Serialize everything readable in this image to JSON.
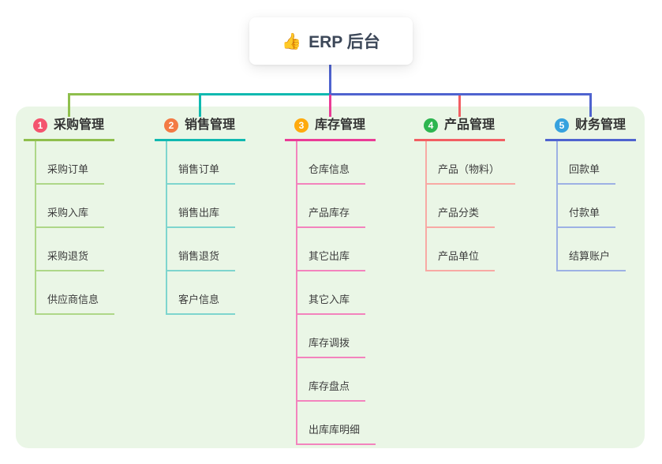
{
  "root": {
    "icon": "👍",
    "title": "ERP 后台"
  },
  "branches": [
    {
      "number": "1",
      "label": "采购管理",
      "badge_color": "#f4546e",
      "line_color": "#8fbf4d",
      "light_line_color": "#aed788",
      "children": [
        "采购订单",
        "采购入库",
        "采购退货",
        "供应商信息"
      ]
    },
    {
      "number": "2",
      "label": "销售管理",
      "badge_color": "#f37a44",
      "line_color": "#10b9b0",
      "light_line_color": "#7ed5ce",
      "children": [
        "销售订单",
        "销售出库",
        "销售退货",
        "客户信息"
      ]
    },
    {
      "number": "3",
      "label": "库存管理",
      "badge_color": "#feaa0d",
      "line_color": "#ea3c96",
      "light_line_color": "#f383bd",
      "children": [
        "仓库信息",
        "产品库存",
        "其它出库",
        "其它入库",
        "库存调拨",
        "库存盘点",
        "出库库明细"
      ]
    },
    {
      "number": "4",
      "label": "产品管理",
      "badge_color": "#2eb550",
      "line_color": "#f25f63",
      "light_line_color": "#f8a9a4",
      "children": [
        "产品（物料）",
        "产品分类",
        "产品单位"
      ]
    },
    {
      "number": "5",
      "label": "财务管理",
      "badge_color": "#36a2de",
      "line_color": "#4f63cf",
      "light_line_color": "#9db1e4",
      "children": [
        "回款单",
        "付款单",
        "结算账户"
      ]
    }
  ],
  "colors": {
    "root_connector": "#4f63cf",
    "panel_background": "#eaf6e6",
    "page_background": "#ffffff",
    "root_text": "#3c4758",
    "node_text": "#3d3d3d"
  }
}
